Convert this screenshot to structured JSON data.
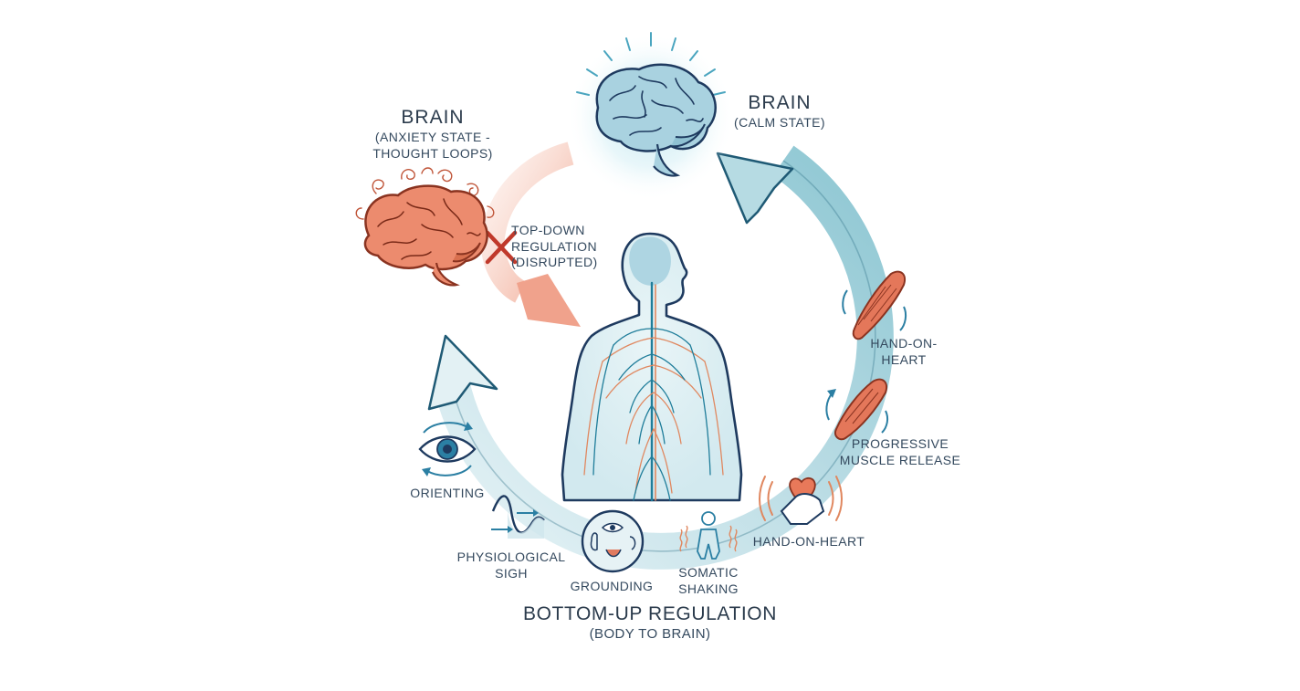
{
  "brain_anxiety": {
    "title": "BRAIN",
    "sub1": "(ANXIETY STATE -",
    "sub2": "THOUGHT LOOPS)"
  },
  "brain_calm": {
    "title": "BRAIN",
    "sub1": "(CALM STATE)"
  },
  "top_down": {
    "line1": "TOP-DOWN",
    "line2": "REGULATION",
    "line3": "(DISRUPTED)"
  },
  "techniques": {
    "orienting": "ORIENTING",
    "physio_1": "PHYSIOLOGICAL",
    "physio_2": "SIGH",
    "grounding": "GROUNDING",
    "somatic_1": "SOMATIC",
    "somatic_2": "SHAKING",
    "hand_heart_bottom": "HAND-ON-HEART",
    "progressive_1": "PROGRESSIVE",
    "progressive_2": "MUSCLE RELEASE",
    "hand_heart_top_1": "HAND-ON-",
    "hand_heart_top_2": "HEART"
  },
  "bottom_up": {
    "title": "BOTTOM-UP REGULATION",
    "sub": "(BODY TO BRAIN)"
  },
  "colors": {
    "teal": "#7fbcc9",
    "teal_dark": "#1f5a75",
    "coral": "#e07a5f",
    "coral_light": "#f3c2b2",
    "navy": "#1e3a5f",
    "cross": "#c0392b"
  }
}
